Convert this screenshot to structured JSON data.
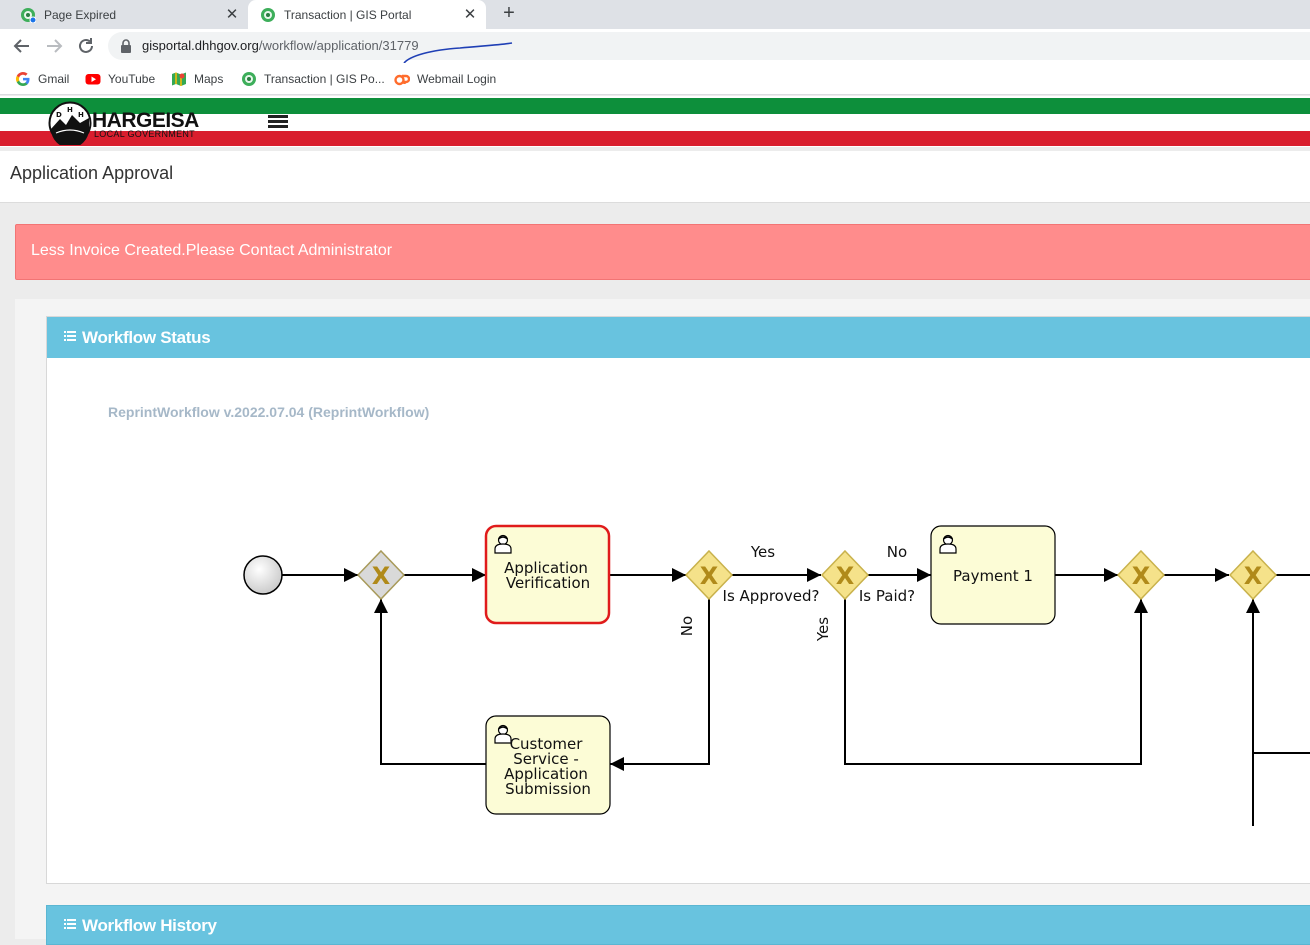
{
  "browser": {
    "tabs": [
      {
        "title": "Page Expired",
        "icon": "gis-portal-favicon-icon",
        "active": false
      },
      {
        "title": "Transaction | GIS Portal",
        "icon": "gis-portal-favicon-icon",
        "active": true
      }
    ],
    "url_host": "gisportal.dhhgov.org",
    "url_path": "/workflow/application/31779",
    "bookmarks": [
      {
        "label": "Gmail",
        "icon": "google-icon"
      },
      {
        "label": "YouTube",
        "icon": "youtube-icon"
      },
      {
        "label": "Maps",
        "icon": "maps-icon"
      },
      {
        "label": "Transaction | GIS Po...",
        "icon": "gis-portal-favicon-icon"
      },
      {
        "label": "Webmail Login",
        "icon": "cpanel-icon"
      }
    ]
  },
  "header": {
    "brand_name": "HARGEISA",
    "brand_sub": "LOCAL GOVERNMENT",
    "logo_letters": [
      "D",
      "H",
      "H"
    ]
  },
  "page": {
    "title": "Application Approval",
    "alert": "Less Invoice Created.Please Contact Administrator"
  },
  "workflow_panel": {
    "title": "Workflow Status",
    "workflow_name": "ReprintWorkflow v.2022.07.04 (ReprintWorkflow)",
    "tasks": {
      "app_verification": [
        "Application",
        "Verification"
      ],
      "payment": [
        "Payment 1"
      ],
      "customer_service": [
        "Customer",
        "Service -",
        "Application",
        "Submission"
      ]
    },
    "labels": {
      "yes_top": "Yes",
      "no_top": "No",
      "is_approved": "Is Approved?",
      "is_paid": "Is Paid?",
      "no_vertical": "No",
      "yes_vertical": "Yes"
    },
    "gateway_symbol": "X"
  },
  "history_panel": {
    "title": "Workflow History"
  },
  "colors": {
    "brand_green": "#0d8f3b",
    "brand_red": "#d91e2e",
    "alert_bg": "#ff8c8c",
    "panel_header": "#68c3df",
    "active_task_border": "#e01b1b",
    "task_fill": "#fcfcd6",
    "gateway_fill": "#f5e28a"
  }
}
